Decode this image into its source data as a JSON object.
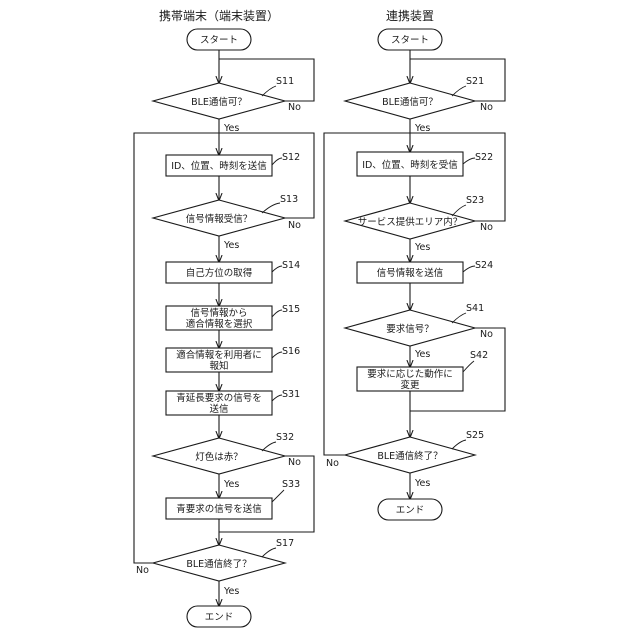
{
  "left": {
    "header": "携帯端末（端末装置）",
    "start": "スタート",
    "s11": {
      "label": "BLE通信可？",
      "step": "S11"
    },
    "s12": {
      "label": "ID、位置、時刻を送信",
      "step": "S12"
    },
    "s13": {
      "label": "信号情報受信？",
      "step": "S13"
    },
    "s14": {
      "label": "自己方位の取得",
      "step": "S14"
    },
    "s15": {
      "line1": "信号情報から",
      "line2": "適合情報を選択",
      "step": "S15"
    },
    "s16": {
      "line1": "適合情報を利用者に",
      "line2": "報知",
      "step": "S16"
    },
    "s31": {
      "line1": "青延長要求の信号を",
      "line2": "送信",
      "step": "S31"
    },
    "s32": {
      "label": "灯色は赤？",
      "step": "S32"
    },
    "s33": {
      "label": "青要求の信号を送信",
      "step": "S33"
    },
    "s17": {
      "label": "BLE通信終了？",
      "step": "S17"
    },
    "end": "エンド"
  },
  "right": {
    "header": "連携装置",
    "start": "スタート",
    "s21": {
      "label": "BLE通信可？",
      "step": "S21"
    },
    "s22": {
      "label": "ID、位置、時刻を受信",
      "step": "S22"
    },
    "s23": {
      "label": "サービス提供エリア内？",
      "step": "S23"
    },
    "s24": {
      "label": "信号情報を送信",
      "step": "S24"
    },
    "s41": {
      "label": "要求信号？",
      "step": "S41"
    },
    "s42": {
      "line1": "要求に応じた動作に",
      "line2": "変更",
      "step": "S42"
    },
    "s25": {
      "label": "BLE通信終了？",
      "step": "S25"
    },
    "end": "エンド"
  },
  "yes": "Yes",
  "no": "No"
}
